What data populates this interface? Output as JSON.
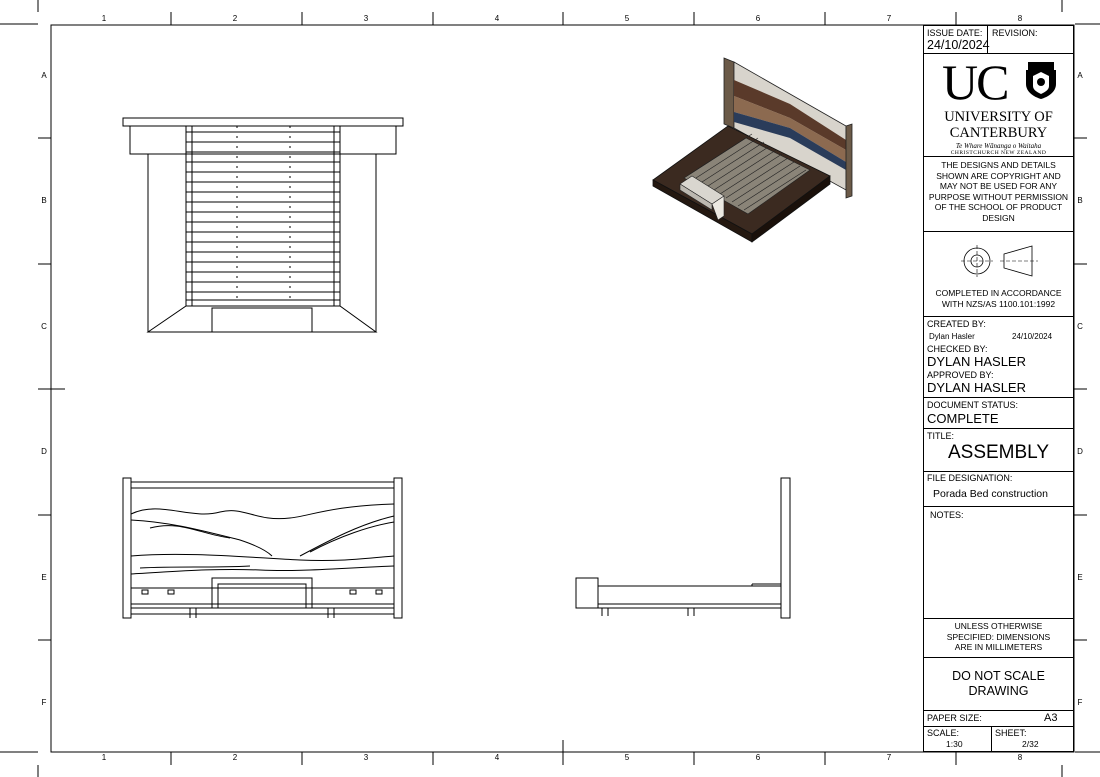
{
  "grid": {
    "columns": [
      "1",
      "2",
      "3",
      "4",
      "5",
      "6",
      "7",
      "8"
    ],
    "rows": [
      "A",
      "B",
      "C",
      "D",
      "E",
      "F"
    ]
  },
  "title_block": {
    "issue_date_label": "ISSUE DATE:",
    "issue_date": "24/10/2024",
    "revision_label": "REVISION:",
    "logo_letters": "UC",
    "university_line1": "UNIVERSITY OF",
    "university_line2": "CANTERBURY",
    "university_maori": "Te Whare Wānanga o Waitaha",
    "university_city": "CHRISTCHURCH NEW ZEALAND",
    "copyright_notice": "THE DESIGNS AND DETAILS SHOWN ARE COPYRIGHT AND MAY NOT BE USED FOR ANY PURPOSE WITHOUT PERMISSION OF THE SCHOOL OF PRODUCT DESIGN",
    "standard_notice": "COMPLETED IN ACCORDANCE WITH NZS/AS 1100.101:1992",
    "created_by_label": "CREATED BY:",
    "created_by": "Dylan Hasler",
    "created_date": "24/10/2024",
    "checked_by_label": "CHECKED BY:",
    "checked_by": "DYLAN HASLER",
    "approved_by_label": "APPROVED BY:",
    "approved_by": "DYLAN HASLER",
    "status_label": "DOCUMENT STATUS:",
    "status": "COMPLETE",
    "title_label": "TITLE:",
    "title": "ASSEMBLY",
    "file_label": "FILE DESIGNATION:",
    "file": "Porada Bed construction",
    "notes_label": "NOTES:",
    "units_notice": "UNLESS OTHERWISE SPECIFIED: DIMENSIONS ARE IN MILLIMETERS",
    "scale_warning": "DO NOT SCALE DRAWING",
    "paper_size_label": "PAPER SIZE:",
    "paper_size": "A3",
    "scale_label": "SCALE:",
    "scale": "1:30",
    "sheet_label": "SHEET:",
    "sheet": "2/32"
  }
}
